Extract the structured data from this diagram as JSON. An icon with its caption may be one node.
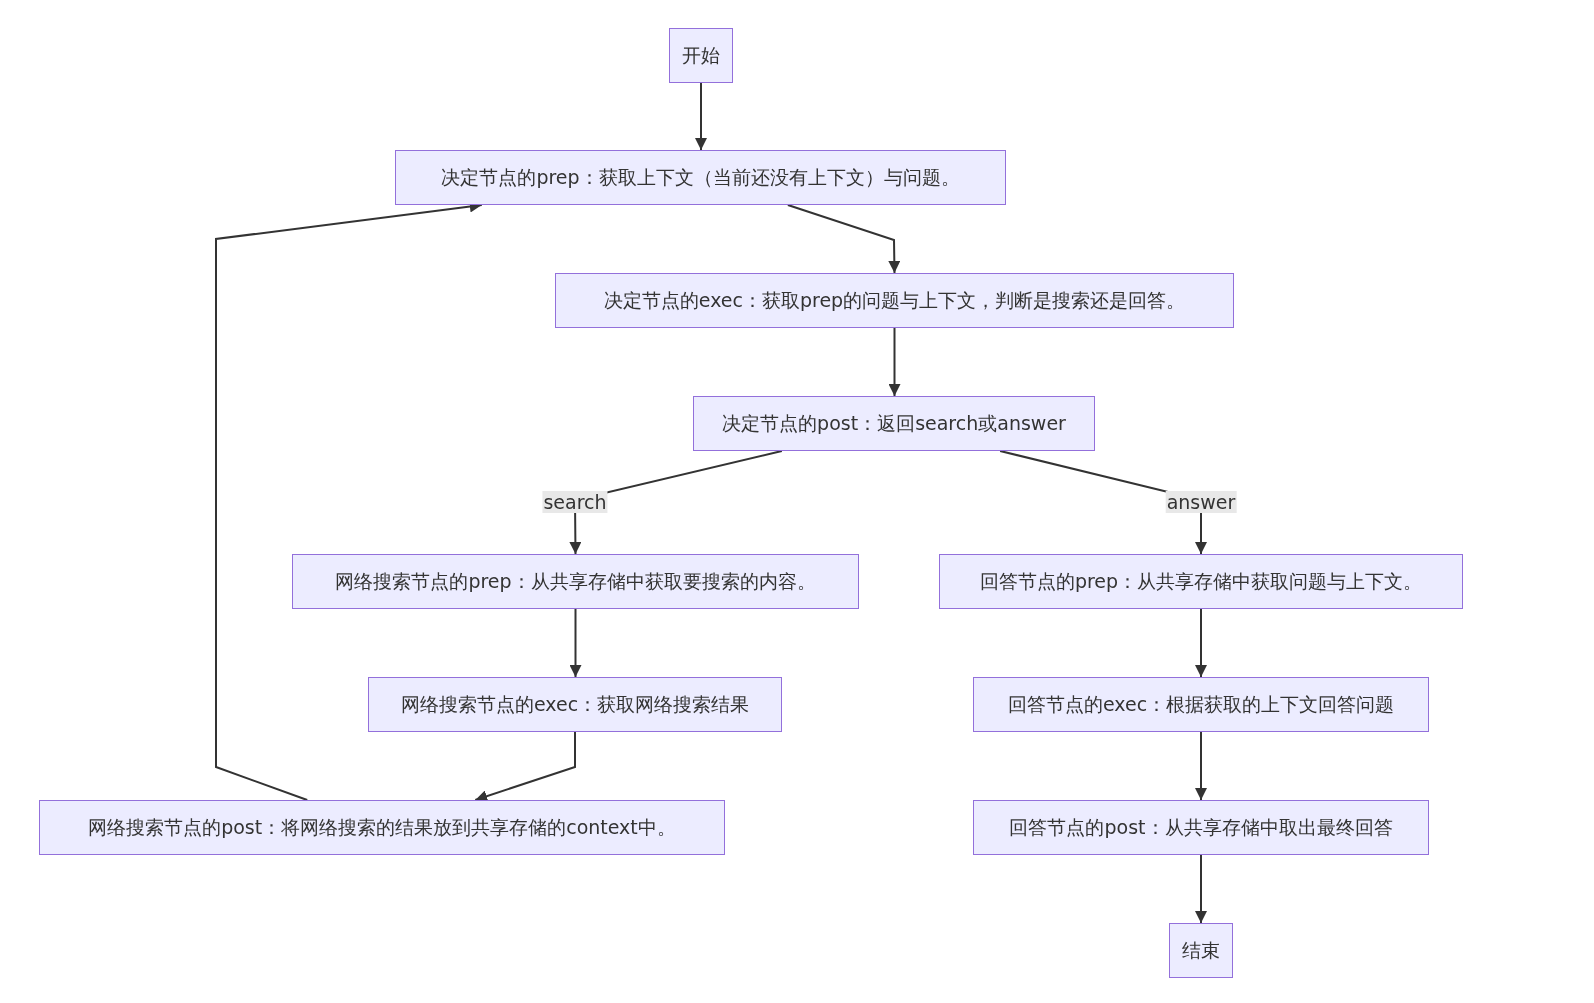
{
  "diagram": {
    "nodes": [
      {
        "text": [
          "开始"
        ]
      },
      {
        "text": [
          "决定节点的prep：获取上下文（当前还没有上下文）与问题。"
        ]
      },
      {
        "text": [
          "决定节点的exec：获取prep的问题与上下文，判断是搜索还是回答。"
        ]
      },
      {
        "text": [
          "决定节点的post：返回search或answer"
        ]
      },
      {
        "text": [
          "网络搜索节点的prep：从共享存储中获取要搜索的内容。"
        ]
      },
      {
        "text": [
          "网络搜索节点的exec：获取网络搜索结果"
        ]
      },
      {
        "text": [
          "网络搜索节点的post：将网络搜索的结果放到共享存储的context中。"
        ]
      },
      {
        "text": [
          "回答节点的prep：从共享存储中获取问题与上下文。"
        ]
      },
      {
        "text": [
          "回答节点的exec：根据获取的上下文回答问题"
        ]
      },
      {
        "text": [
          "回答节点的post：从共享存储中取出最终回答"
        ]
      },
      {
        "text": [
          "结束"
        ]
      }
    ],
    "edges": [
      {
        "from": 0,
        "to": 1,
        "arrow": "to"
      },
      {
        "from": 1,
        "to": 2,
        "arrow": "to"
      },
      {
        "from": 2,
        "to": 3,
        "arrow": "to"
      },
      {
        "from": 3,
        "to": 4,
        "arrow": "to",
        "label": "search"
      },
      {
        "from": 3,
        "to": 7,
        "arrow": "to",
        "label": "answer"
      },
      {
        "from": 4,
        "to": 5,
        "arrow": "to"
      },
      {
        "from": 5,
        "to": 6,
        "arrow": "to"
      },
      {
        "from": 6,
        "to": 1,
        "arrow": "to"
      },
      {
        "from": 7,
        "to": 8,
        "arrow": "to"
      },
      {
        "from": 8,
        "to": 9,
        "arrow": "to"
      },
      {
        "from": 9,
        "to": 10,
        "arrow": "to"
      }
    ]
  }
}
